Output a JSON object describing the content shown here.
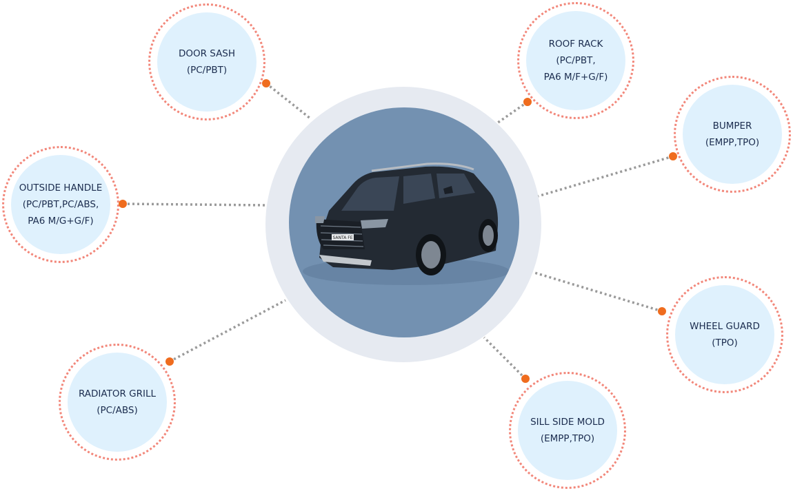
{
  "hub": {
    "image": "car-suv-photo",
    "car_badge": "SANTA FE"
  },
  "parts": [
    {
      "id": "door-sash",
      "lines": [
        "DOOR SASH",
        "(PC/PBT)"
      ]
    },
    {
      "id": "roof-rack",
      "lines": [
        "ROOF RACK",
        "(PC/PBT,",
        "PA6 M/F+G/F)"
      ]
    },
    {
      "id": "bumper",
      "lines": [
        "BUMPER",
        "(EMPP,TPO)"
      ]
    },
    {
      "id": "outside-handle",
      "lines": [
        "OUTSIDE HANDLE",
        "(PC/PBT,PC/ABS,",
        "PA6 M/G+G/F)"
      ]
    },
    {
      "id": "wheel-guard",
      "lines": [
        "WHEEL GUARD",
        "(TPO)"
      ]
    },
    {
      "id": "radiator-grill",
      "lines": [
        "RADIATOR GRILL",
        "(PC/ABS)"
      ]
    },
    {
      "id": "sill-side-mold",
      "lines": [
        "SILL SIDE MOLD",
        "(EMPP,TPO)"
      ]
    }
  ],
  "colors": {
    "bubble_fill": "#dff1fd",
    "bubble_ring": "#f2877a",
    "connector_dot": "#ef6c1e",
    "connector_line": "#9a9a9a",
    "hub_outer": "#e6eaf1",
    "hub_inner": "#7391b1",
    "label_text": "#1b2c4e"
  }
}
